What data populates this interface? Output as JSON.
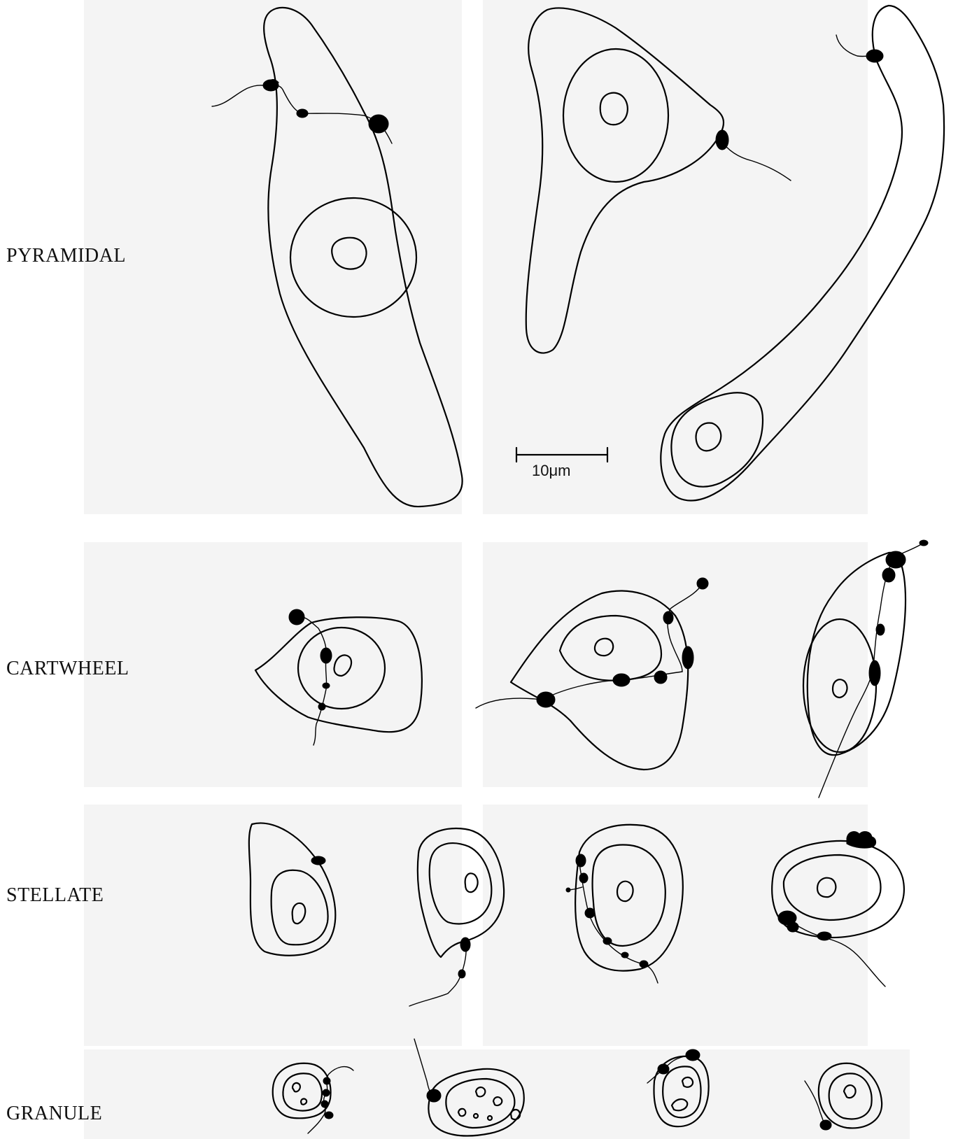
{
  "labels": {
    "pyramidal": "PYRAMIDAL",
    "cartwheel": "CARTWHEEL",
    "stellate": "STELLATE",
    "granule": "GRANULE"
  },
  "scale_bar": {
    "label": "10μm"
  },
  "colors": {
    "line": "#000000",
    "background": "#ffffff",
    "panel_shade": "#f4f4f4"
  }
}
